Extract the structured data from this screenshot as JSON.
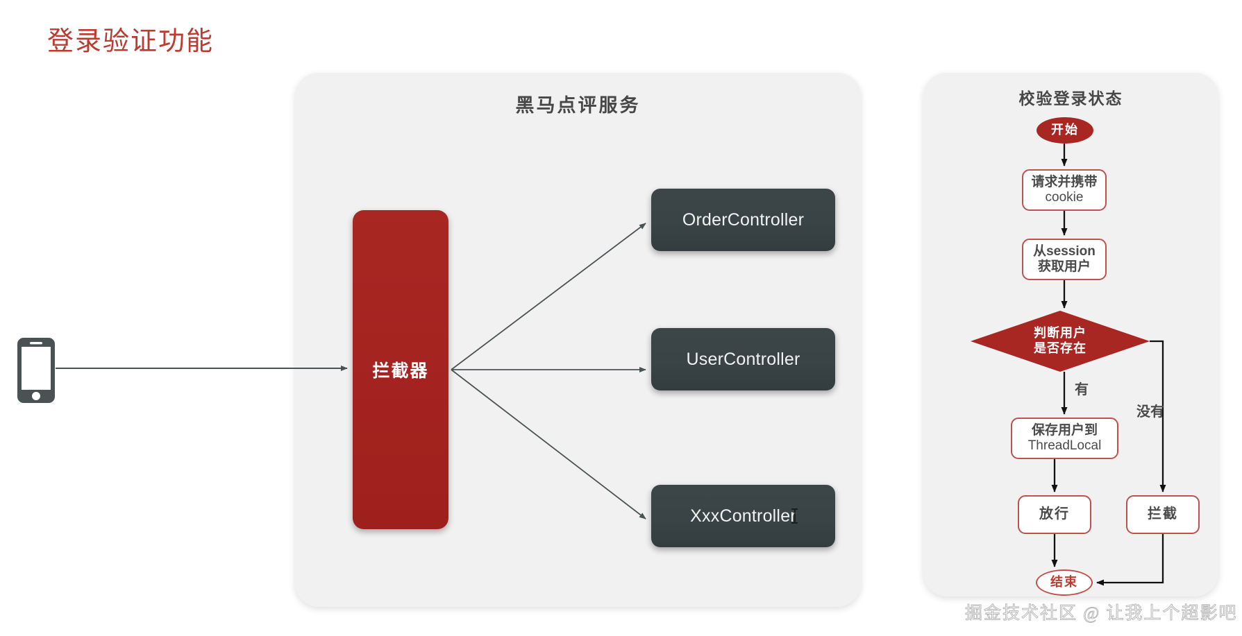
{
  "page": {
    "title": "登录验证功能",
    "title_color": "#BC3B30",
    "background": "#FFFFFF"
  },
  "colors": {
    "panel_fill": "#F1F1F1",
    "accent_red": "#A82723",
    "border_red": "#C0504D",
    "dark_slate": "#3A4446",
    "line_gray": "#4A4A4A",
    "text_gray": "#474747"
  },
  "client": {
    "icon": "smartphone-icon",
    "connector_label": ""
  },
  "service_panel": {
    "title": "黑马点评服务",
    "interceptor": {
      "label": "拦截器"
    },
    "controllers": [
      {
        "id": "order",
        "label": "OrderController"
      },
      {
        "id": "user",
        "label": "UserController"
      },
      {
        "id": "xxx",
        "label": "XxxController"
      }
    ]
  },
  "flow_panel": {
    "title": "校验登录状态",
    "nodes": [
      {
        "id": "start",
        "type": "terminal",
        "label": "开始"
      },
      {
        "id": "request",
        "type": "process",
        "line1": "请求并携带",
        "line2": "cookie"
      },
      {
        "id": "session",
        "type": "process",
        "line1": "从session",
        "line2": "获取用户"
      },
      {
        "id": "decision",
        "type": "decision",
        "line1": "判断用户",
        "line2": "是否存在"
      },
      {
        "id": "save",
        "type": "process",
        "line1": "保存用户到",
        "line2": "ThreadLocal"
      },
      {
        "id": "pass",
        "type": "process",
        "label": "放行"
      },
      {
        "id": "block",
        "type": "process",
        "label": "拦截"
      },
      {
        "id": "end",
        "type": "terminal",
        "label": "结束"
      }
    ],
    "branch_labels": {
      "yes": "有",
      "no": "没有"
    }
  },
  "watermark": {
    "text": "掘金技术社区 @ 让我上个超影吧"
  }
}
